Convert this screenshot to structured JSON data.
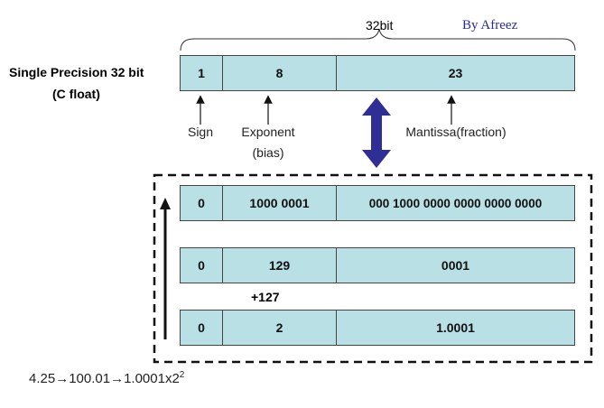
{
  "title": {
    "line1": "Single Precision 32 bit",
    "line2": "(C float)"
  },
  "brace_label": "32bit",
  "author": "By Afreez",
  "format": {
    "sign_bits": "1",
    "exponent_bits": "8",
    "mantissa_bits": "23"
  },
  "field_labels": {
    "sign": "Sign",
    "exponent": "Exponent",
    "bias": "(bias)",
    "mantissa": "Mantissa(fraction)"
  },
  "rows": [
    {
      "sign": "0",
      "exponent": "1000 0001",
      "mantissa": "000 1000 0000 0000 0000 0000"
    },
    {
      "sign": "0",
      "exponent": "129",
      "mantissa": "0001"
    },
    {
      "sign": "0",
      "exponent": "2",
      "mantissa": "1.0001"
    }
  ],
  "bias_note": "+127",
  "conversion": {
    "text": "4.25→100.01→1.0001x2",
    "exponent": "2"
  },
  "colors": {
    "field_fill": "#b9e0e4",
    "arrow": "#2e2e94",
    "author": "#2a2aa0"
  }
}
